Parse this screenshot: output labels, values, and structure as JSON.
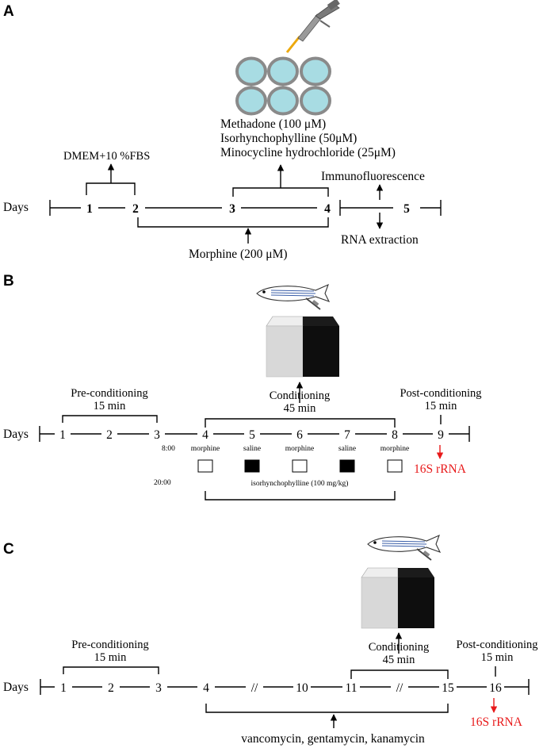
{
  "panel_a": {
    "letter": "A",
    "days_label": "Days",
    "days": [
      "1",
      "2",
      "3",
      "4",
      "5"
    ],
    "culture_label": "DMEM+10 %FBS",
    "drug_lines": [
      "Methadone (100 μM)",
      "Isorhynchophylline (50μM)",
      "Minocycline hydrochloride (25μM)"
    ],
    "immuno_label": "Immunofluorescence",
    "rna_label": "RNA extraction",
    "morphine_label": "Morphine (200 μM)",
    "plate_wells": 6
  },
  "panel_b": {
    "letter": "B",
    "days_label": "Days",
    "days": [
      "1",
      "2",
      "3",
      "4",
      "5",
      "6",
      "7",
      "8",
      "9"
    ],
    "pre_label": "Pre-conditioning",
    "pre_time": "15 min",
    "cond_label": "Conditioning",
    "cond_time": "45 min",
    "post_label": "Post-conditioning",
    "post_time": "15 min",
    "time_am": "8:00",
    "time_pm": "20:00",
    "treatments": [
      "morphine",
      "saline",
      "morphine",
      "saline",
      "morphine"
    ],
    "treatment_fill": [
      "white",
      "black",
      "white",
      "black",
      "white"
    ],
    "iso_label": "isorhynchophylline (100 mg/kg)",
    "rrna_label": "16S rRNA"
  },
  "panel_c": {
    "letter": "C",
    "days_label": "Days",
    "days": [
      "1",
      "2",
      "3",
      "4",
      "10",
      "11",
      "15",
      "16"
    ],
    "break_mark": "//",
    "pre_label": "Pre-conditioning",
    "pre_time": "15 min",
    "cond_label": "Conditioning",
    "cond_time": "45 min",
    "post_label": "Post-conditioning",
    "post_time": "15 min",
    "antibiotics_label": "vancomycin, gentamycin, kanamycin",
    "rrna_label": "16S rRNA"
  },
  "colors": {
    "well_fill": "#a8dce3",
    "well_ring": "#8a8a8a",
    "highlight_red": "#e8191a",
    "box_dark": "#111111",
    "box_light": "#d6d6d6",
    "fish_stripe": "#3a5ea8"
  }
}
